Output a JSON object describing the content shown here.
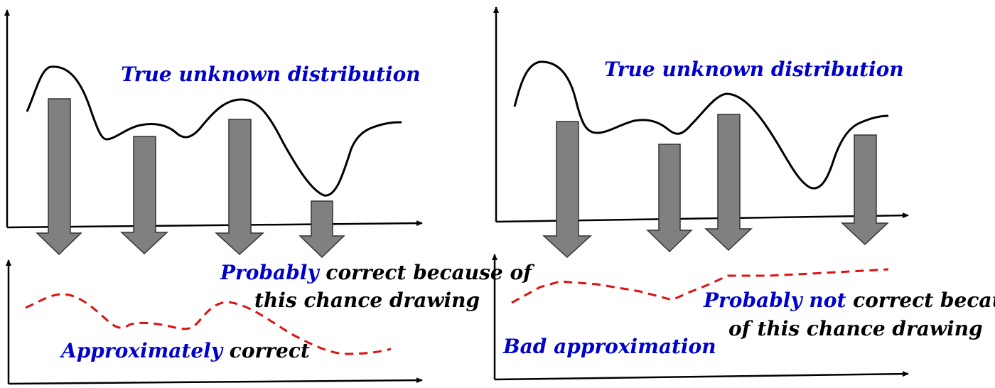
{
  "colors": {
    "axis": "#000000",
    "true_curve": "#000000",
    "arrow_fill": "#808080",
    "arrow_stroke": "#333333",
    "approx_curve": "#dd1111",
    "label_blue": "#0000cc",
    "label_black": "#000000"
  },
  "left_panel": {
    "top_label": "True unknown distribution",
    "note_emph": "Probably",
    "note_line1_rest": " correct because of",
    "note_line2": "this chance drawing",
    "result_emph": "Approximately",
    "result_rest": " correct"
  },
  "right_panel": {
    "top_label": "True unknown distribution",
    "note_emph": "Probably not",
    "note_line1_rest": " correct because",
    "note_line2": "of this chance drawing",
    "result_emph": "Bad approximation"
  }
}
